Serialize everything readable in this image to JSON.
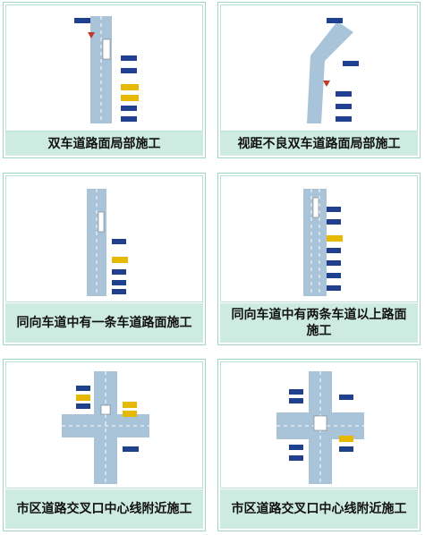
{
  "colors": {
    "road": "#a9c3d8",
    "road_edge": "#8fb0c8",
    "sign_blue": "#1f3f8f",
    "sign_yellow": "#e6b800",
    "card_border": "#9fd6c2",
    "caption_bg": "#cdebe1"
  },
  "cards": [
    {
      "caption": "双车道路面局部施工",
      "diagram": "straight-two-lane"
    },
    {
      "caption": "视距不良双车道路面局部施工",
      "diagram": "curved-two-lane"
    },
    {
      "caption": "同向车道中有一条车道路面施工",
      "diagram": "one-lane-closed"
    },
    {
      "caption": "同向车道中有两条车道以上路面施工",
      "diagram": "multi-lane-closed"
    },
    {
      "caption": "市区道路交叉口中心线附近施工",
      "diagram": "intersection-a"
    },
    {
      "caption": "市区道路交叉口中心线附近施工",
      "diagram": "intersection-b"
    }
  ]
}
